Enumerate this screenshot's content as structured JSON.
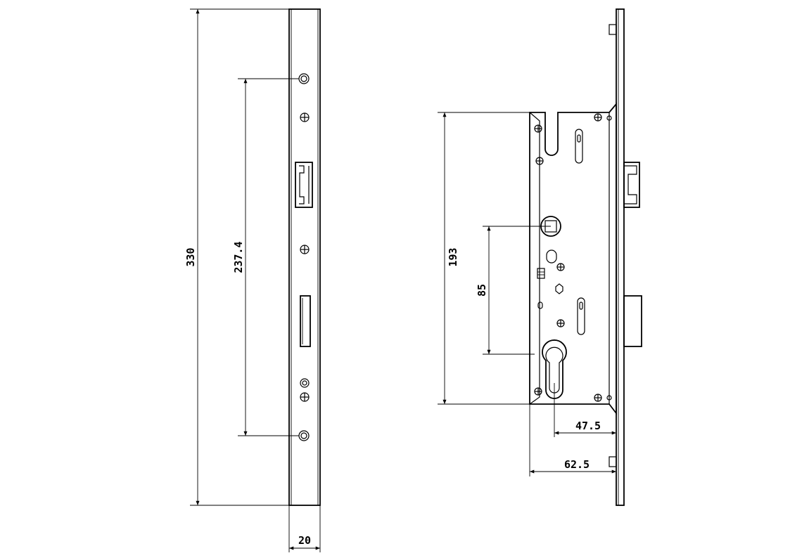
{
  "dimensions": {
    "faceplate_length": "330",
    "fixing_hole_spacing": "237.4",
    "faceplate_width": "20",
    "case_height": "193",
    "handle_to_cylinder": "85",
    "backset": "47.5",
    "case_depth": "62.5"
  },
  "colors": {
    "line": "#000000",
    "background": "#ffffff"
  }
}
